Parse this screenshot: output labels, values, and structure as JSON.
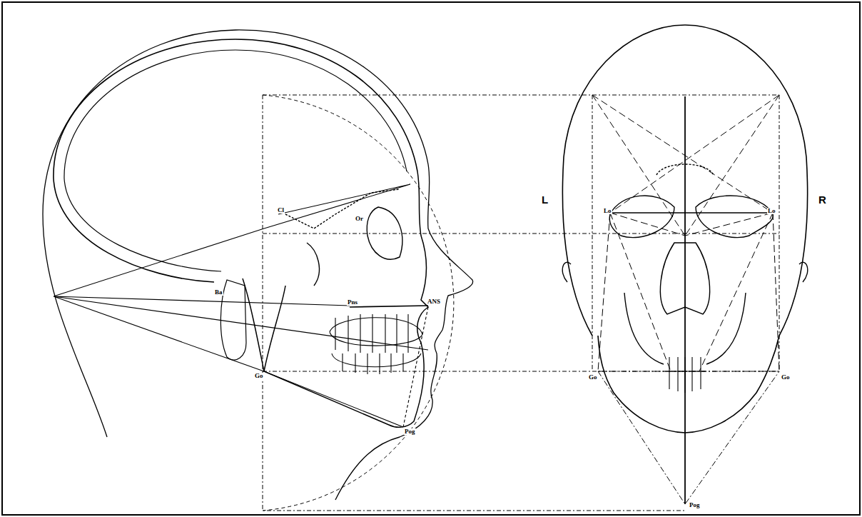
{
  "diagram": {
    "labels": [
      "L",
      "R",
      "Lo",
      "Lo",
      "Go",
      "Go",
      "Go",
      "Pog",
      "Pog",
      "Pns",
      "Cl",
      "Ba",
      "Or",
      "ANS"
    ]
  }
}
